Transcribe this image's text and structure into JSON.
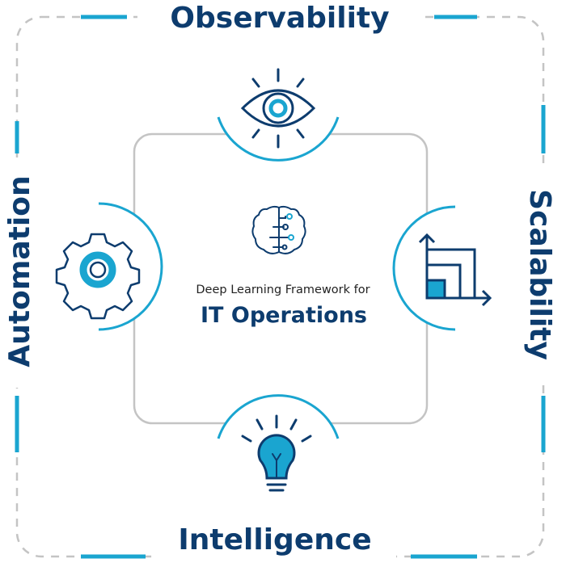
{
  "title": {
    "small": "Deep Learning Framework for",
    "large": "IT Operations"
  },
  "pillars": {
    "top": "Observability",
    "right": "Scalability",
    "bottom": "Intelligence",
    "left": "Automation"
  },
  "icons": {
    "top": "eye-icon",
    "right": "growth-chart-icon",
    "bottom": "lightbulb-icon",
    "left": "gear-icon",
    "center": "brain-circuit-icon"
  },
  "colors": {
    "navy": "#0d3c6e",
    "cyan": "#1aa5d0",
    "gray": "#c4c4c4"
  }
}
